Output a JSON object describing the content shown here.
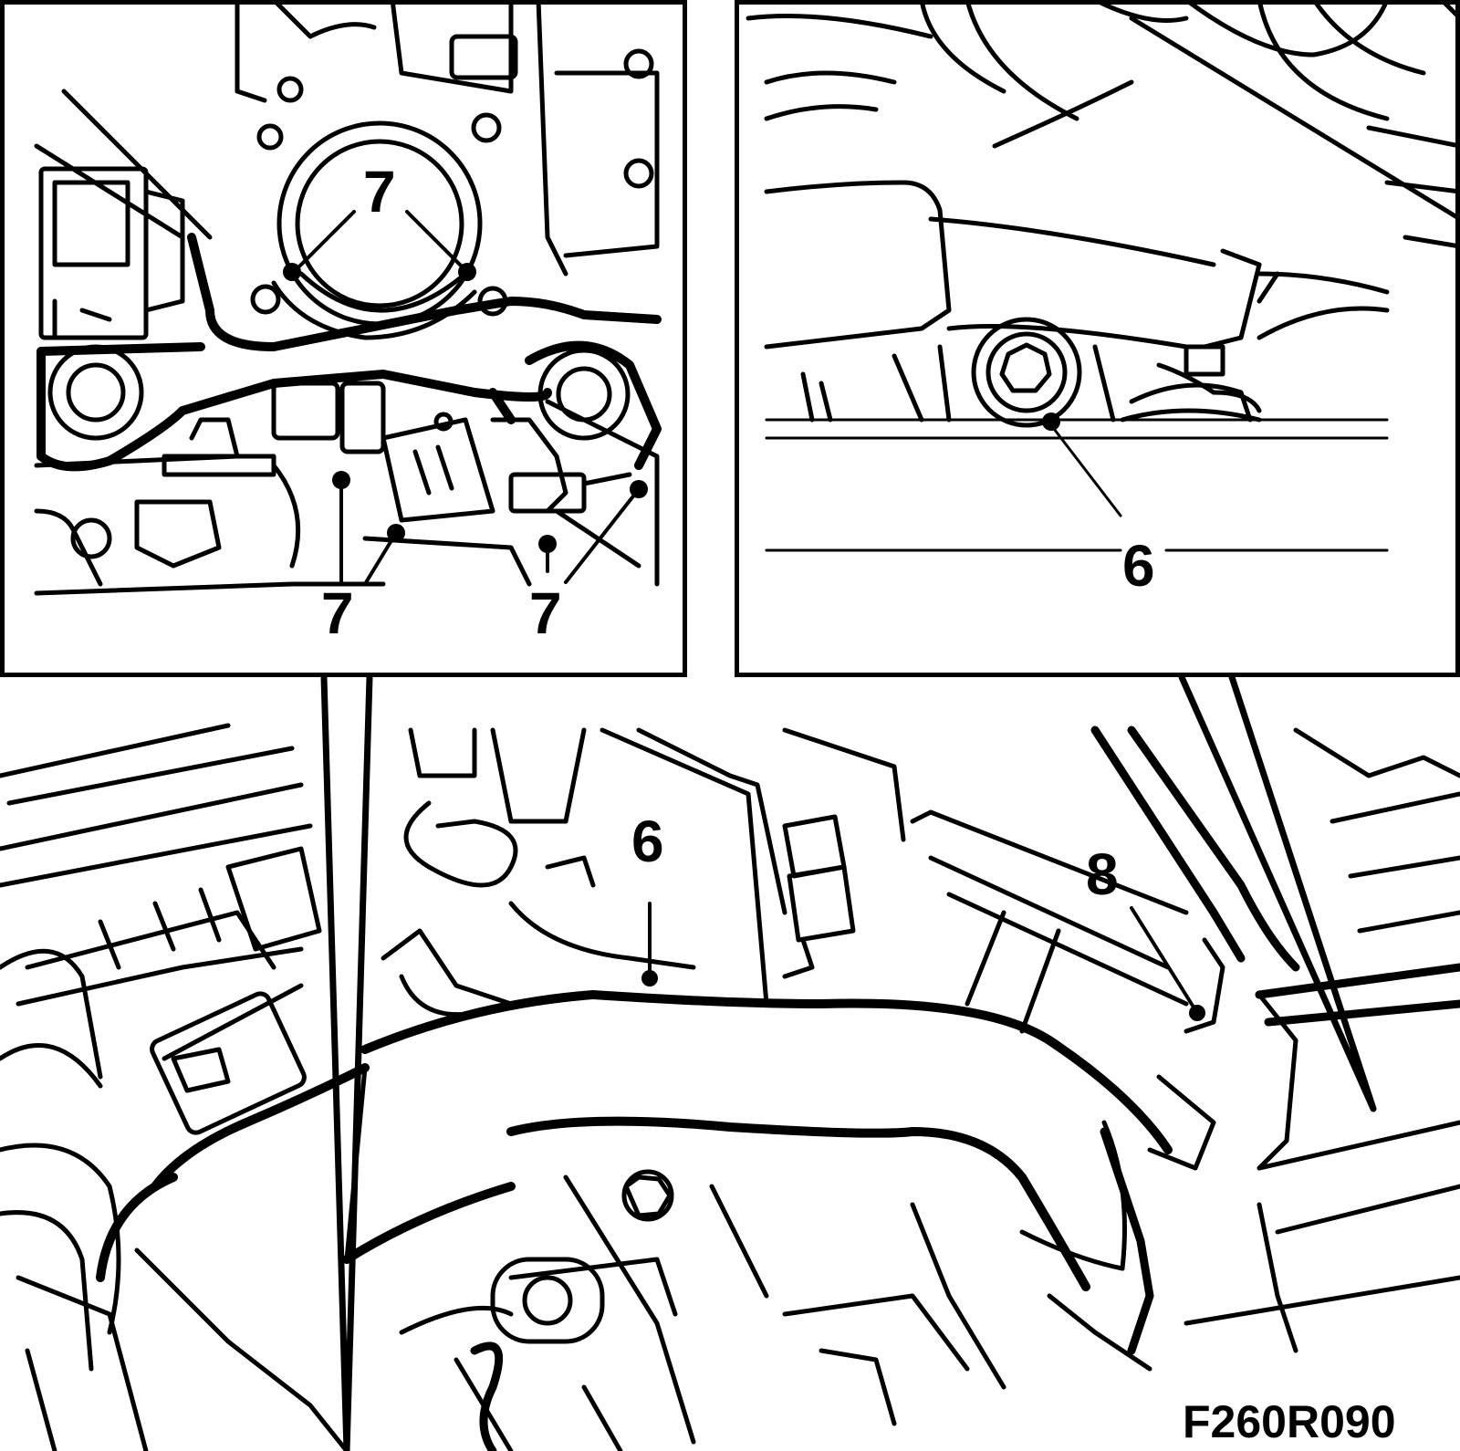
{
  "figure": {
    "id": "F260R090"
  },
  "callouts": {
    "inset_left": {
      "top": "7",
      "bottom_left": "7",
      "bottom_right": "7"
    },
    "inset_right": {
      "label": "6"
    },
    "main": {
      "hose": "6",
      "clip": "8"
    }
  },
  "colors": {
    "line": "#000000",
    "background": "#ffffff"
  }
}
